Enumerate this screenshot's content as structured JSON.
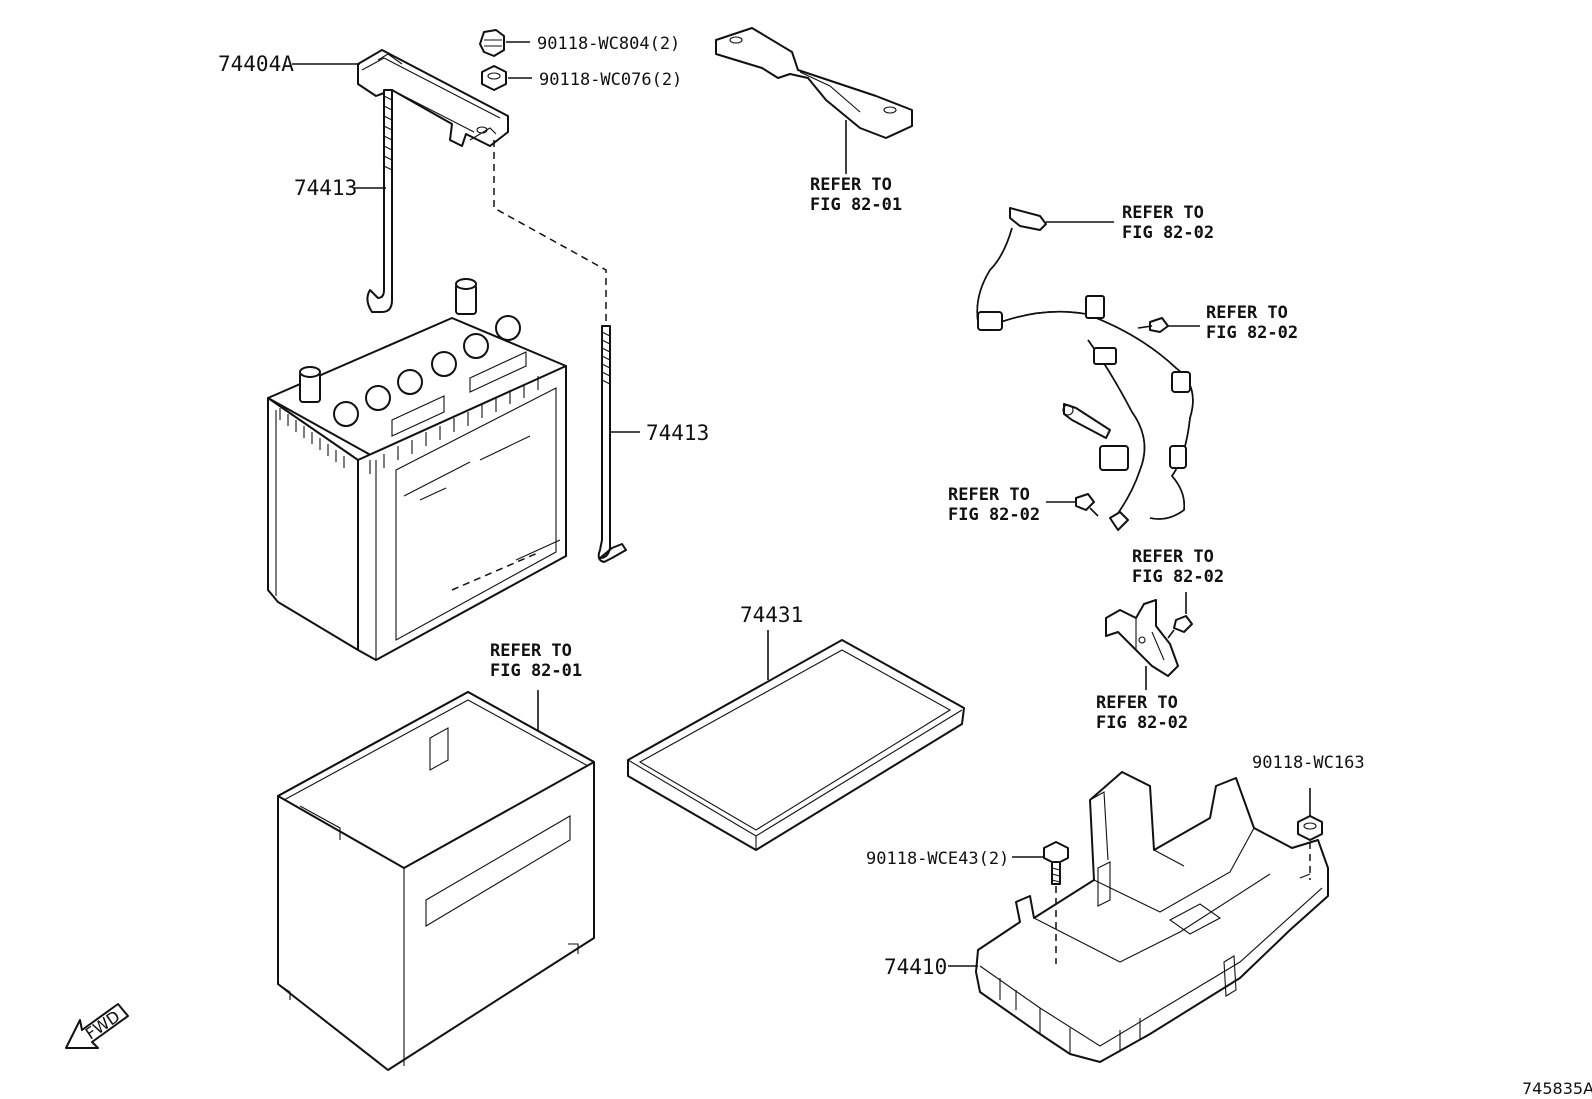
{
  "labels": {
    "p74404A": "74404A",
    "p74413_a": "74413",
    "p74413_b": "74413",
    "p90118_WC804": "90118-WC804(2)",
    "p90118_WC076": "90118-WC076(2)",
    "p74431": "74431",
    "p74410": "74410",
    "p90118_WCE43": "90118-WCE43(2)",
    "p90118_WC163": "90118-WC163"
  },
  "refs": [
    {
      "line1": "REFER TO",
      "line2": "FIG 82-01"
    },
    {
      "line1": "REFER TO",
      "line2": "FIG 82-02"
    },
    {
      "line1": "REFER TO",
      "line2": "FIG 82-02"
    },
    {
      "line1": "REFER TO",
      "line2": "FIG 82-02"
    },
    {
      "line1": "REFER TO",
      "line2": "FIG 82-02"
    },
    {
      "line1": "REFER TO",
      "line2": "FIG 82-02"
    },
    {
      "line1": "REFER TO",
      "line2": "FIG 82-01"
    }
  ],
  "fwd_label": "FWD",
  "figure_id": "745835A"
}
